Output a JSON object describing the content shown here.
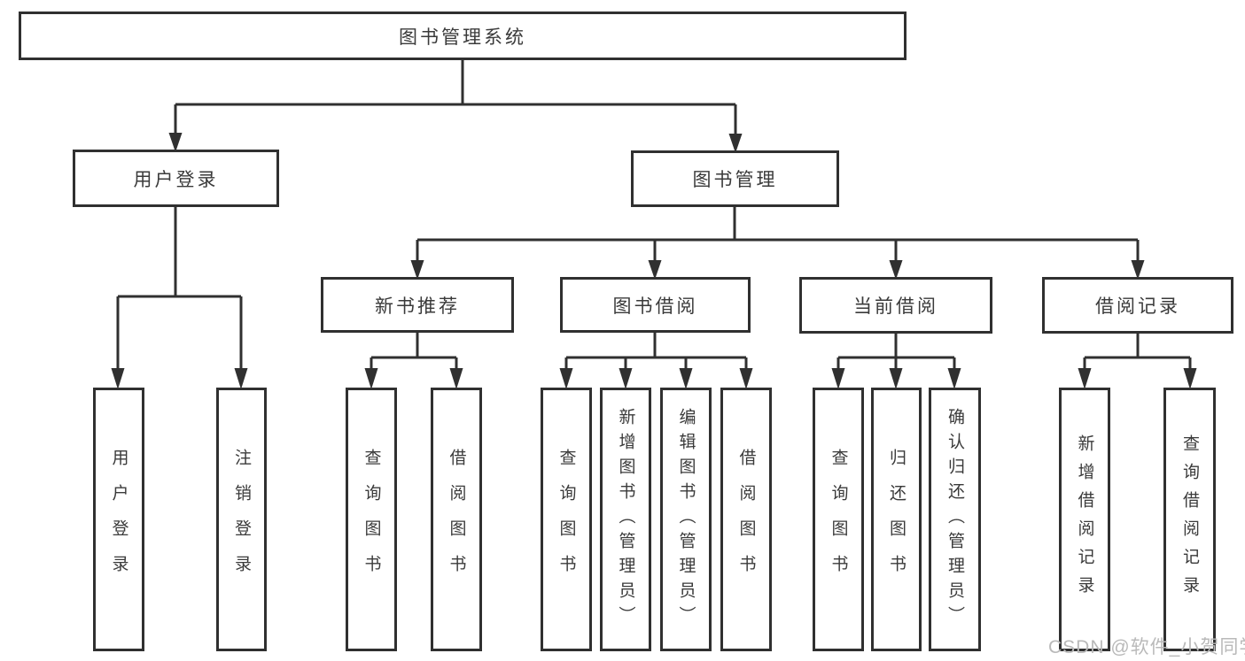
{
  "diagram": {
    "title": "图书管理系统",
    "tree": {
      "label": "图书管理系统",
      "children": [
        {
          "label": "用户登录",
          "children": [
            {
              "label": "用户登录"
            },
            {
              "label": "注销登录"
            }
          ]
        },
        {
          "label": "图书管理",
          "children": [
            {
              "label": "新书推荐",
              "children": [
                {
                  "label": "查询图书"
                },
                {
                  "label": "借阅图书"
                }
              ]
            },
            {
              "label": "图书借阅",
              "children": [
                {
                  "label": "查询图书"
                },
                {
                  "label": "新增图书（管理员）"
                },
                {
                  "label": "编辑图书（管理员）"
                },
                {
                  "label": "借阅图书"
                }
              ]
            },
            {
              "label": "当前借阅",
              "children": [
                {
                  "label": "查询图书"
                },
                {
                  "label": "归还图书"
                },
                {
                  "label": "确认归还（管理员）"
                }
              ]
            },
            {
              "label": "借阅记录",
              "children": [
                {
                  "label": "新增借阅记录"
                },
                {
                  "label": "查询借阅记录"
                }
              ]
            }
          ]
        }
      ]
    }
  },
  "watermark": {
    "text": "CSDN @软件_小贺同学"
  },
  "colors": {
    "line": "#303030",
    "box_border": "#303030",
    "text": "#3a3a3a",
    "background": "#ffffff",
    "watermark": "#b9b9b9"
  }
}
